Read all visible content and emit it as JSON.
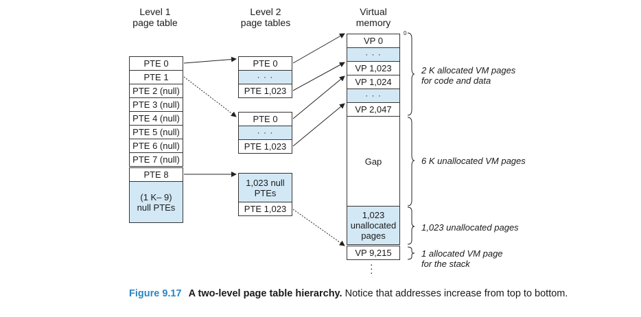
{
  "headers": {
    "level1": [
      "Level 1",
      "page table"
    ],
    "level2": [
      "Level 2",
      "page tables"
    ],
    "vm": [
      "Virtual",
      "memory"
    ]
  },
  "level1": {
    "entries": [
      "PTE 0",
      "PTE 1",
      "PTE 2 (null)",
      "PTE 3 (null)",
      "PTE 4 (null)",
      "PTE 5 (null)",
      "PTE 6 (null)",
      "PTE 7 (null)",
      "PTE 8"
    ],
    "null_block": [
      "(1 K– 9)",
      "null PTEs"
    ]
  },
  "level2_a": {
    "top": "PTE 0",
    "dots": "· · ·",
    "bottom": "PTE 1,023"
  },
  "level2_b": {
    "top": "PTE 0",
    "dots": "· · ·",
    "bottom": "PTE 1,023"
  },
  "level2_c": {
    "null_block": [
      "1,023 null",
      "PTEs"
    ],
    "bottom": "PTE 1,023"
  },
  "vm": {
    "zero_label": "0",
    "vp0": "VP 0",
    "dots1": "· · ·",
    "vp1023": "VP 1,023",
    "vp1024": "VP 1,024",
    "dots2": "· · ·",
    "vp2047": "VP 2,047",
    "gap": "Gap",
    "unalloc": [
      "1,023",
      "unallocated",
      "pages"
    ],
    "vp9215": "VP 9,215",
    "tail_dots": "·"
  },
  "annotations": {
    "a1": [
      "2 K allocated VM pages",
      "for code and data"
    ],
    "a2": [
      "6 K unallocated VM pages"
    ],
    "a3": [
      "1,023 unallocated pages"
    ],
    "a4": [
      "1 allocated VM page",
      "for the stack"
    ]
  },
  "caption": {
    "figure": "Figure 9.17",
    "title": "A two-level page table hierarchy.",
    "text": " Notice that addresses increase from top to bottom."
  },
  "colors": {
    "cell_fill": "#d3e8f5",
    "caption_accent": "#2a86c2"
  }
}
